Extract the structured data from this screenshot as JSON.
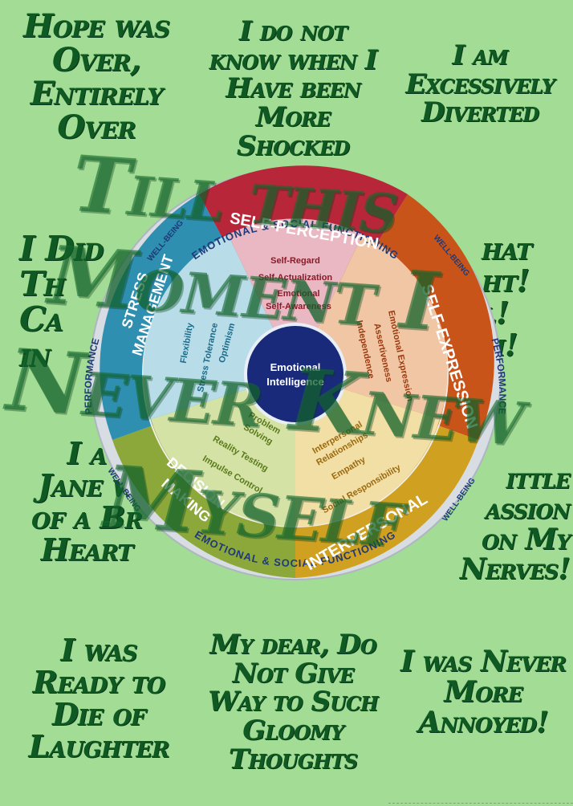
{
  "quotes": [
    {
      "id": "top-left",
      "lines": [
        "Hope was",
        "Over,",
        "Entirely",
        "Over"
      ]
    },
    {
      "id": "top-center",
      "lines": [
        "I do not",
        "know when I",
        "Have been",
        "More",
        "Shocked"
      ]
    },
    {
      "id": "top-right",
      "lines": [
        "I am",
        "Excessively",
        "Diverted"
      ]
    },
    {
      "id": "mid-left",
      "lines": [
        "I Did",
        "Th",
        "Ca",
        "in"
      ]
    },
    {
      "id": "mid-right",
      "lines": [
        "hat",
        "ht!",
        "l!",
        "m!"
      ]
    },
    {
      "id": "lower-left",
      "lines": [
        "I a",
        "Jane w",
        "of a Br",
        "Heart"
      ]
    },
    {
      "id": "lower-right",
      "lines": [
        "ittle",
        "assion",
        "on My",
        "Nerves!"
      ]
    },
    {
      "id": "bottom-left",
      "lines": [
        "I was",
        "Ready to",
        "Die of",
        "Laughter"
      ]
    },
    {
      "id": "bottom-center",
      "lines": [
        "My dear, Do",
        "Not Give",
        "Way to Such",
        "Gloomy",
        "Thoughts"
      ]
    },
    {
      "id": "bottom-right",
      "lines": [
        "I was Never",
        "More",
        "Annoyed!"
      ]
    }
  ],
  "overlay": {
    "lines": [
      "Till this",
      "Moment I",
      "Never Knew",
      "Myself"
    ]
  },
  "wheel": {
    "center": [
      "Emotional",
      "Intelligence"
    ],
    "ring_top": "EMOTIONAL & SOCIAL FUNCTIONING",
    "ring_bottom": "EMOTIONAL & SOCIAL FUNCTIONING",
    "ring_left": "PERFORMANCE",
    "ring_right": "PERFORMANCE",
    "ring_wellbeing": [
      "WELL-BEING",
      "WELL-BEING",
      "WELL-BEING",
      "WELL-BEING"
    ],
    "composites": {
      "self_perception": {
        "label": "SELF-PERCEPTION",
        "subscales": [
          "Self-Regard",
          "Self-Actualization",
          "Emotional",
          "Self-Awareness"
        ]
      },
      "self_expression": {
        "label": "SELF-EXPRESSION",
        "subscales": [
          "Emotional Expression",
          "Assertiveness",
          "Independence"
        ]
      },
      "interpersonal": {
        "label": "INTERPERSONAL",
        "subscales": [
          "Interpersonal",
          "Relationships",
          "Empathy",
          "Social Responsibility"
        ]
      },
      "decision_making": {
        "label": [
          "DECISION",
          "MAKING"
        ],
        "subscales": [
          "Problem",
          "Solving",
          "Reality Testing",
          "Impulse Control"
        ]
      },
      "stress_management": {
        "label": [
          "STRESS",
          "MANAGEMENT"
        ],
        "subscales": [
          "Flexibility",
          "Stress Tolerance",
          "Optimism"
        ]
      }
    },
    "colors": {
      "self_perception": "#b8263a",
      "self_expression": "#c8541a",
      "interpersonal": "#d0a020",
      "decision_making": "#8ca83a",
      "stress_management": "#2e8fb0",
      "center": "#1a2a7a",
      "ring": "#d8dde3"
    }
  }
}
